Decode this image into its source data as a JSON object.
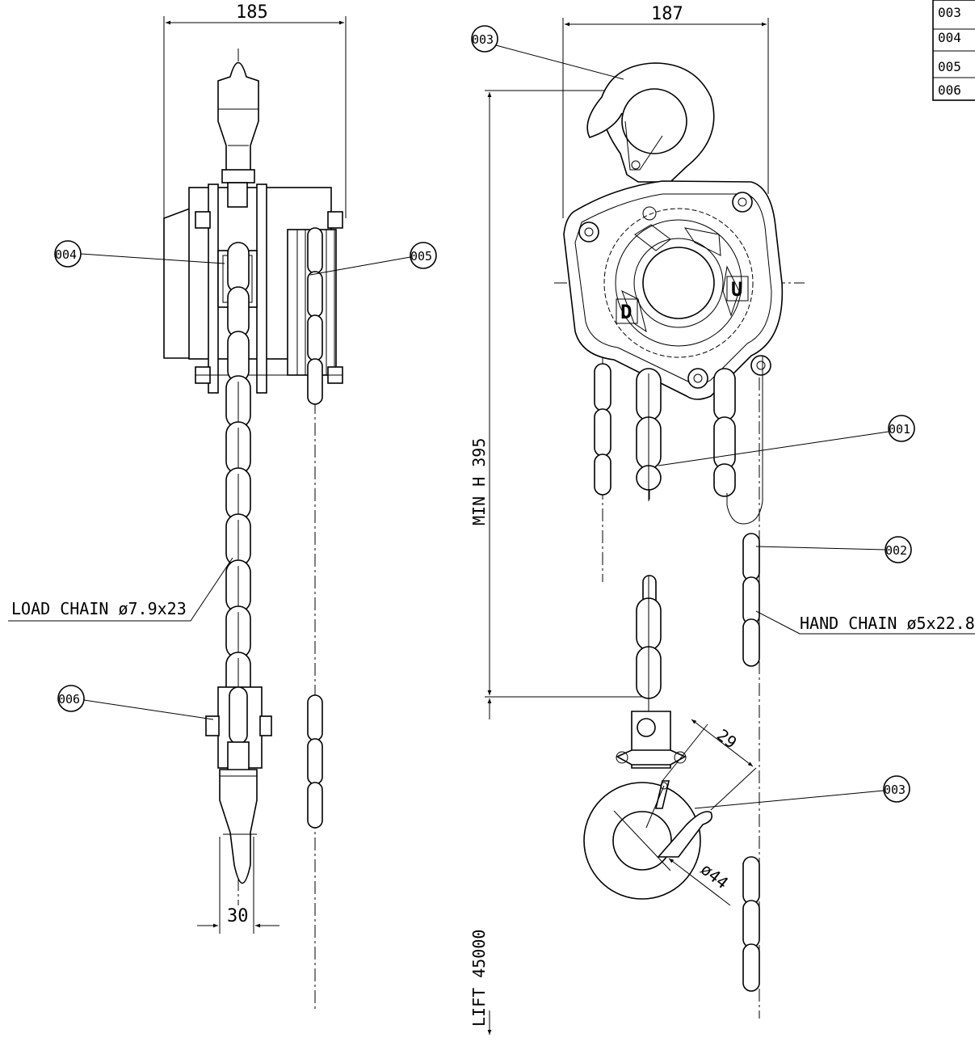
{
  "dimensions": {
    "width_side": "185",
    "width_front": "187",
    "min_height": "MIN H 395",
    "lift": "LIFT 45000",
    "hook_width": "30",
    "hook_opening": "29",
    "hook_diameter": "ø44"
  },
  "labels": {
    "load_chain": "LOAD CHAIN ø7.9x23",
    "hand_chain": "HAND CHAIN ø5x22.8"
  },
  "balloons": {
    "b_003_top": "003",
    "b_004": "004",
    "b_005": "005",
    "b_006": "006",
    "b_001": "001",
    "b_002": "002",
    "b_003_bottom": "003"
  },
  "parts_list": [
    "003",
    "004",
    "005",
    "006"
  ]
}
